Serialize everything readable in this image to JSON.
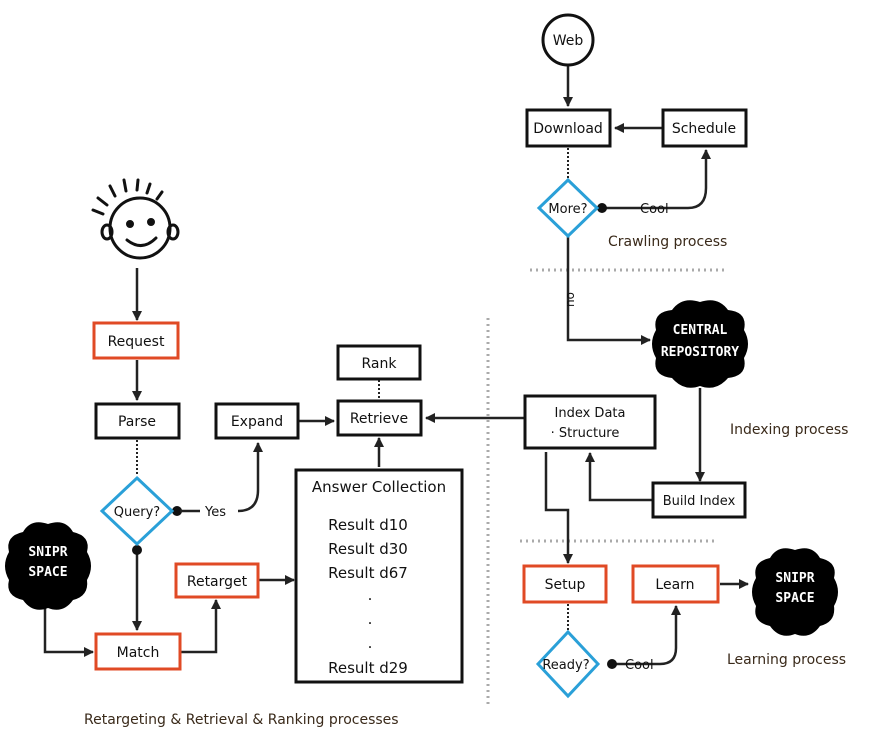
{
  "nodes": {
    "web": "Web",
    "download": "Download",
    "schedule": "Schedule",
    "more": "More?",
    "cool_top": "Cool",
    "no": "no",
    "central_1": "CENTRAL",
    "central_2": "REPOSITORY",
    "index_data_1": "Index Data",
    "index_data_2": "· Structure",
    "build_index": "Build Index",
    "setup": "Setup",
    "learn": "Learn",
    "ready": "Ready?",
    "cool_bottom": "Cool",
    "snipr_right_1": "SNIPR",
    "snipr_right_2": "SPACE",
    "request": "Request",
    "parse": "Parse",
    "query": "Query?",
    "yes": "Yes",
    "expand": "Expand",
    "rank": "Rank",
    "retrieve": "Retrieve",
    "snipr_left_1": "SNIPR",
    "snipr_left_2": "SPACE",
    "match": "Match",
    "retarget": "Retarget"
  },
  "answer_collection": {
    "title": "Answer Collection",
    "results": [
      "Result d10",
      "Result d30",
      "Result d67"
    ],
    "ellipsis": [
      ".",
      ".",
      "."
    ],
    "last": "Result d29"
  },
  "captions": {
    "crawling": "Crawling process",
    "indexing": "Indexing process",
    "learning": "Learning process",
    "retargeting": "Retargeting & Retrieval & Ranking processes"
  },
  "colors": {
    "box_border": "#111111",
    "red_border": "#e04a25",
    "diamond": "#2aa0d8",
    "blob": "#000000"
  }
}
